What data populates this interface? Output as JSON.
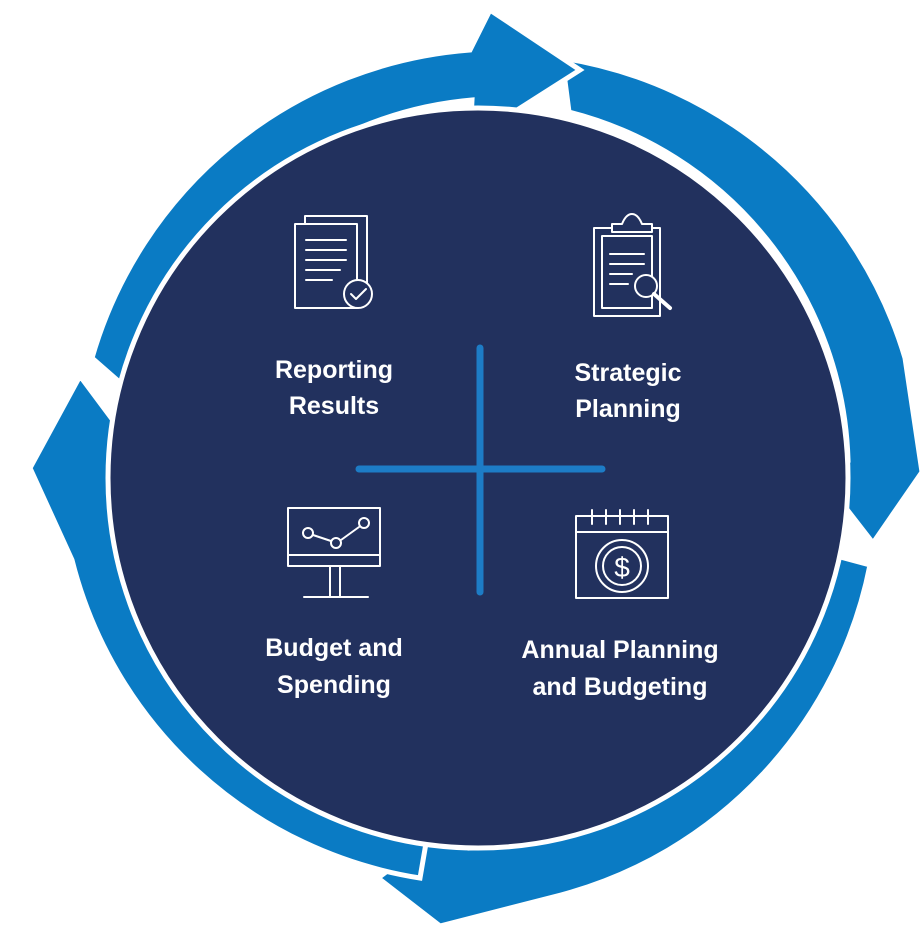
{
  "colors": {
    "ring_blue": "#0a7bc4",
    "center_navy": "#22315e",
    "divider_blue": "#1d7cc6",
    "outline_white": "#ffffff",
    "text_white": "#ffffff"
  },
  "quadrants": {
    "top_left": {
      "line1": "Reporting",
      "line2": "Results",
      "icon": "document-check-icon"
    },
    "top_right": {
      "line1": "Strategic",
      "line2": "Planning",
      "icon": "clipboard-search-icon"
    },
    "bottom_left": {
      "line1": "Budget and",
      "line2": "Spending",
      "icon": "monitor-chart-icon"
    },
    "bottom_right": {
      "line1": "Annual Planning",
      "line2": "and Budgeting",
      "icon": "calendar-dollar-icon"
    }
  }
}
